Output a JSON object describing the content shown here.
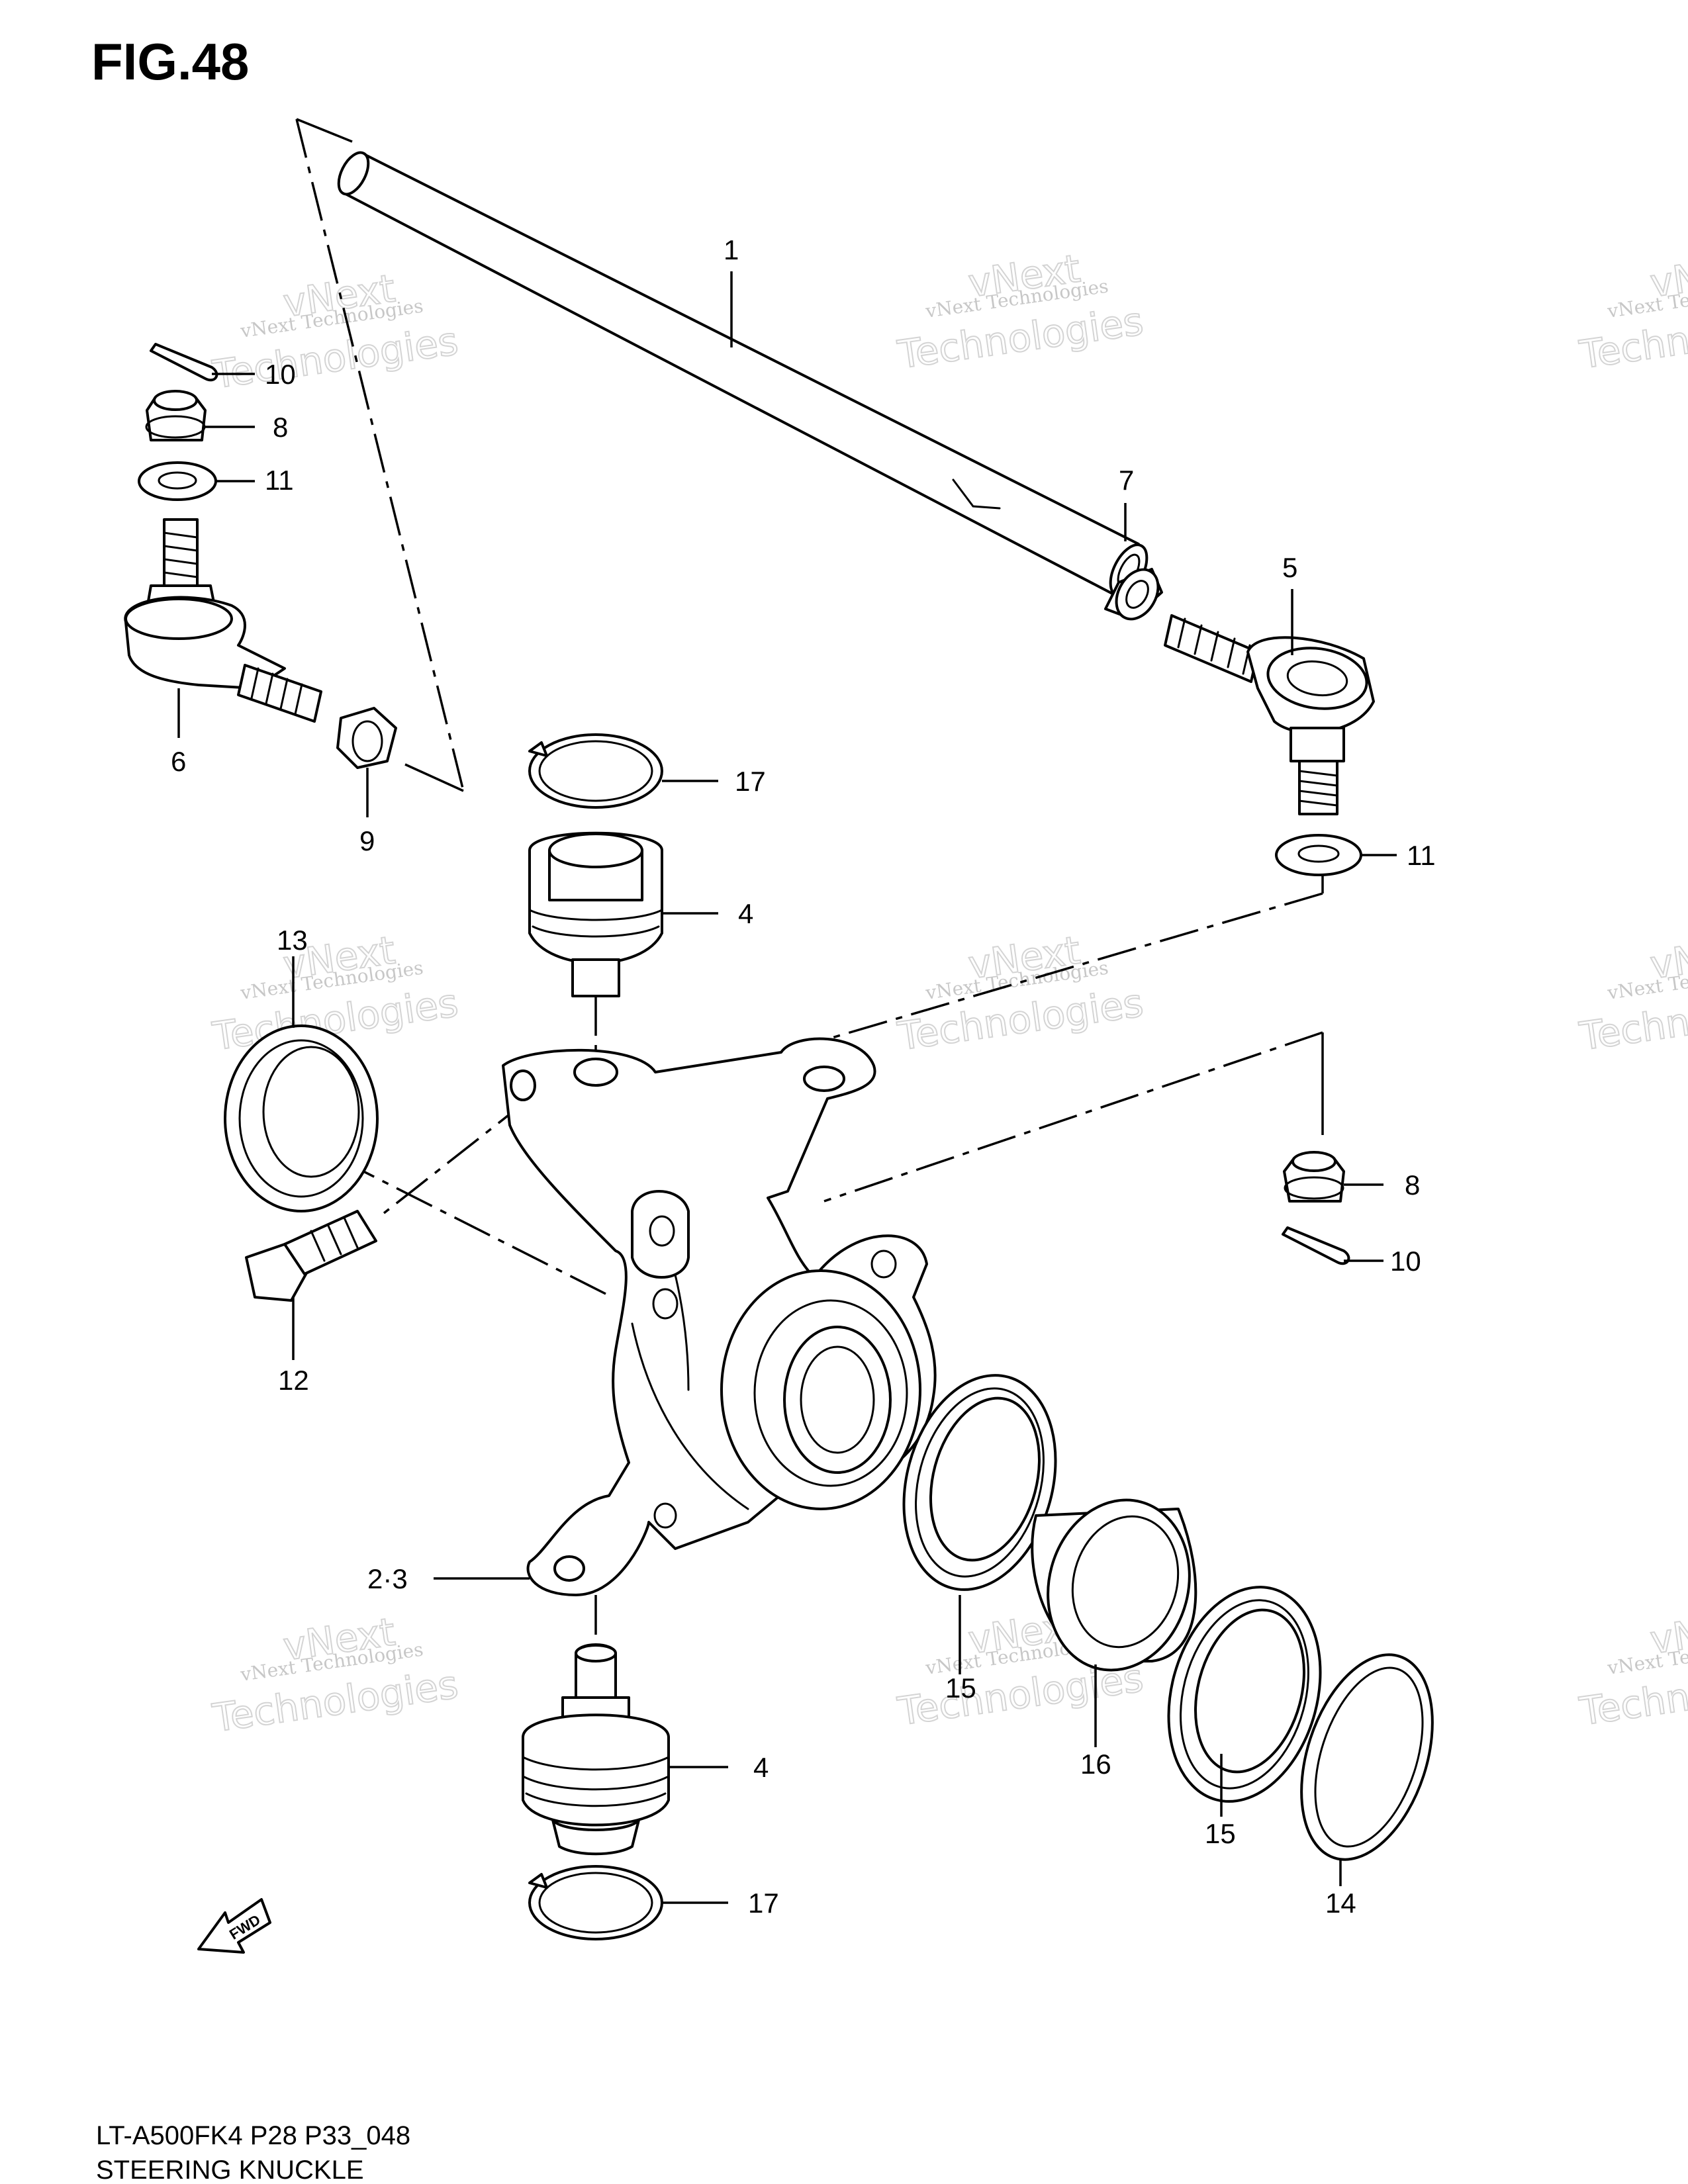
{
  "figure": {
    "title": "FIG.48",
    "model_code": "LT-A500FK4  P28  P33_048",
    "section_name": "STEERING KNUCKLE"
  },
  "watermark": {
    "line1": "vNext Technologies",
    "line2": "vNext",
    "line3": "Technologies"
  },
  "fwd_label": "FWD",
  "callouts": {
    "c1": "1",
    "c23": "2·3",
    "c4a": "4",
    "c4b": "4",
    "c5": "5",
    "c6": "6",
    "c7": "7",
    "c8a": "8",
    "c8b": "8",
    "c9": "9",
    "c10a": "10",
    "c10b": "10",
    "c11a": "11",
    "c11b": "11",
    "c12": "12",
    "c13": "13",
    "c14": "14",
    "c15a": "15",
    "c15b": "15",
    "c16": "16",
    "c17a": "17",
    "c17b": "17"
  }
}
